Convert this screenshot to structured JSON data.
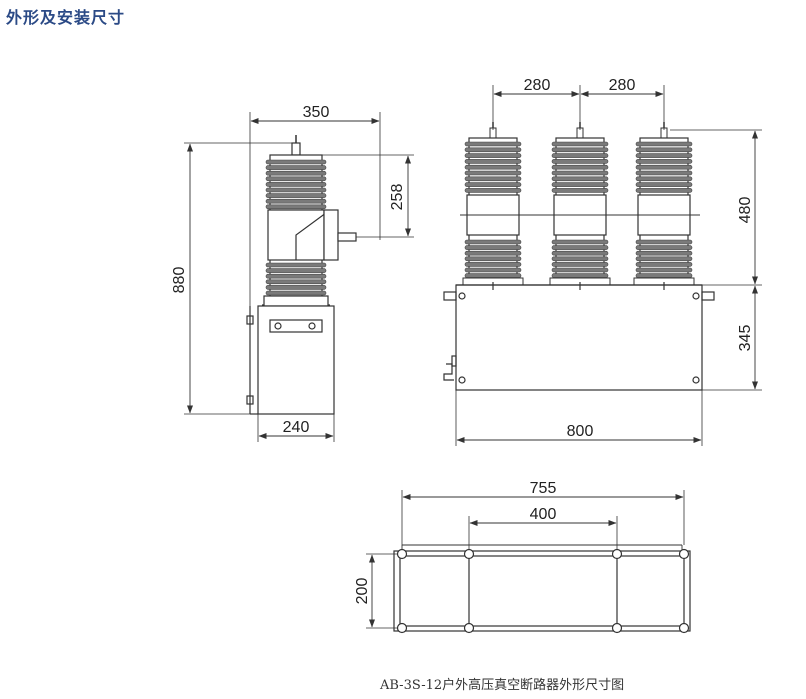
{
  "page": {
    "title": "外形及安装尺寸",
    "caption": "AB-3S-12户外高压真空断路器外形尺寸图"
  },
  "side_view": {
    "width_top": "350",
    "height_total": "880",
    "height_upper": "258",
    "width_base": "240"
  },
  "front_view": {
    "pitch_left": "280",
    "pitch_right": "280",
    "height_upper": "480",
    "height_lower": "345",
    "width": "800"
  },
  "bottom_view": {
    "width_outer": "755",
    "width_inner": "400",
    "depth": "200"
  },
  "colors": {
    "title": "#2b4a86",
    "line": "#333333"
  }
}
